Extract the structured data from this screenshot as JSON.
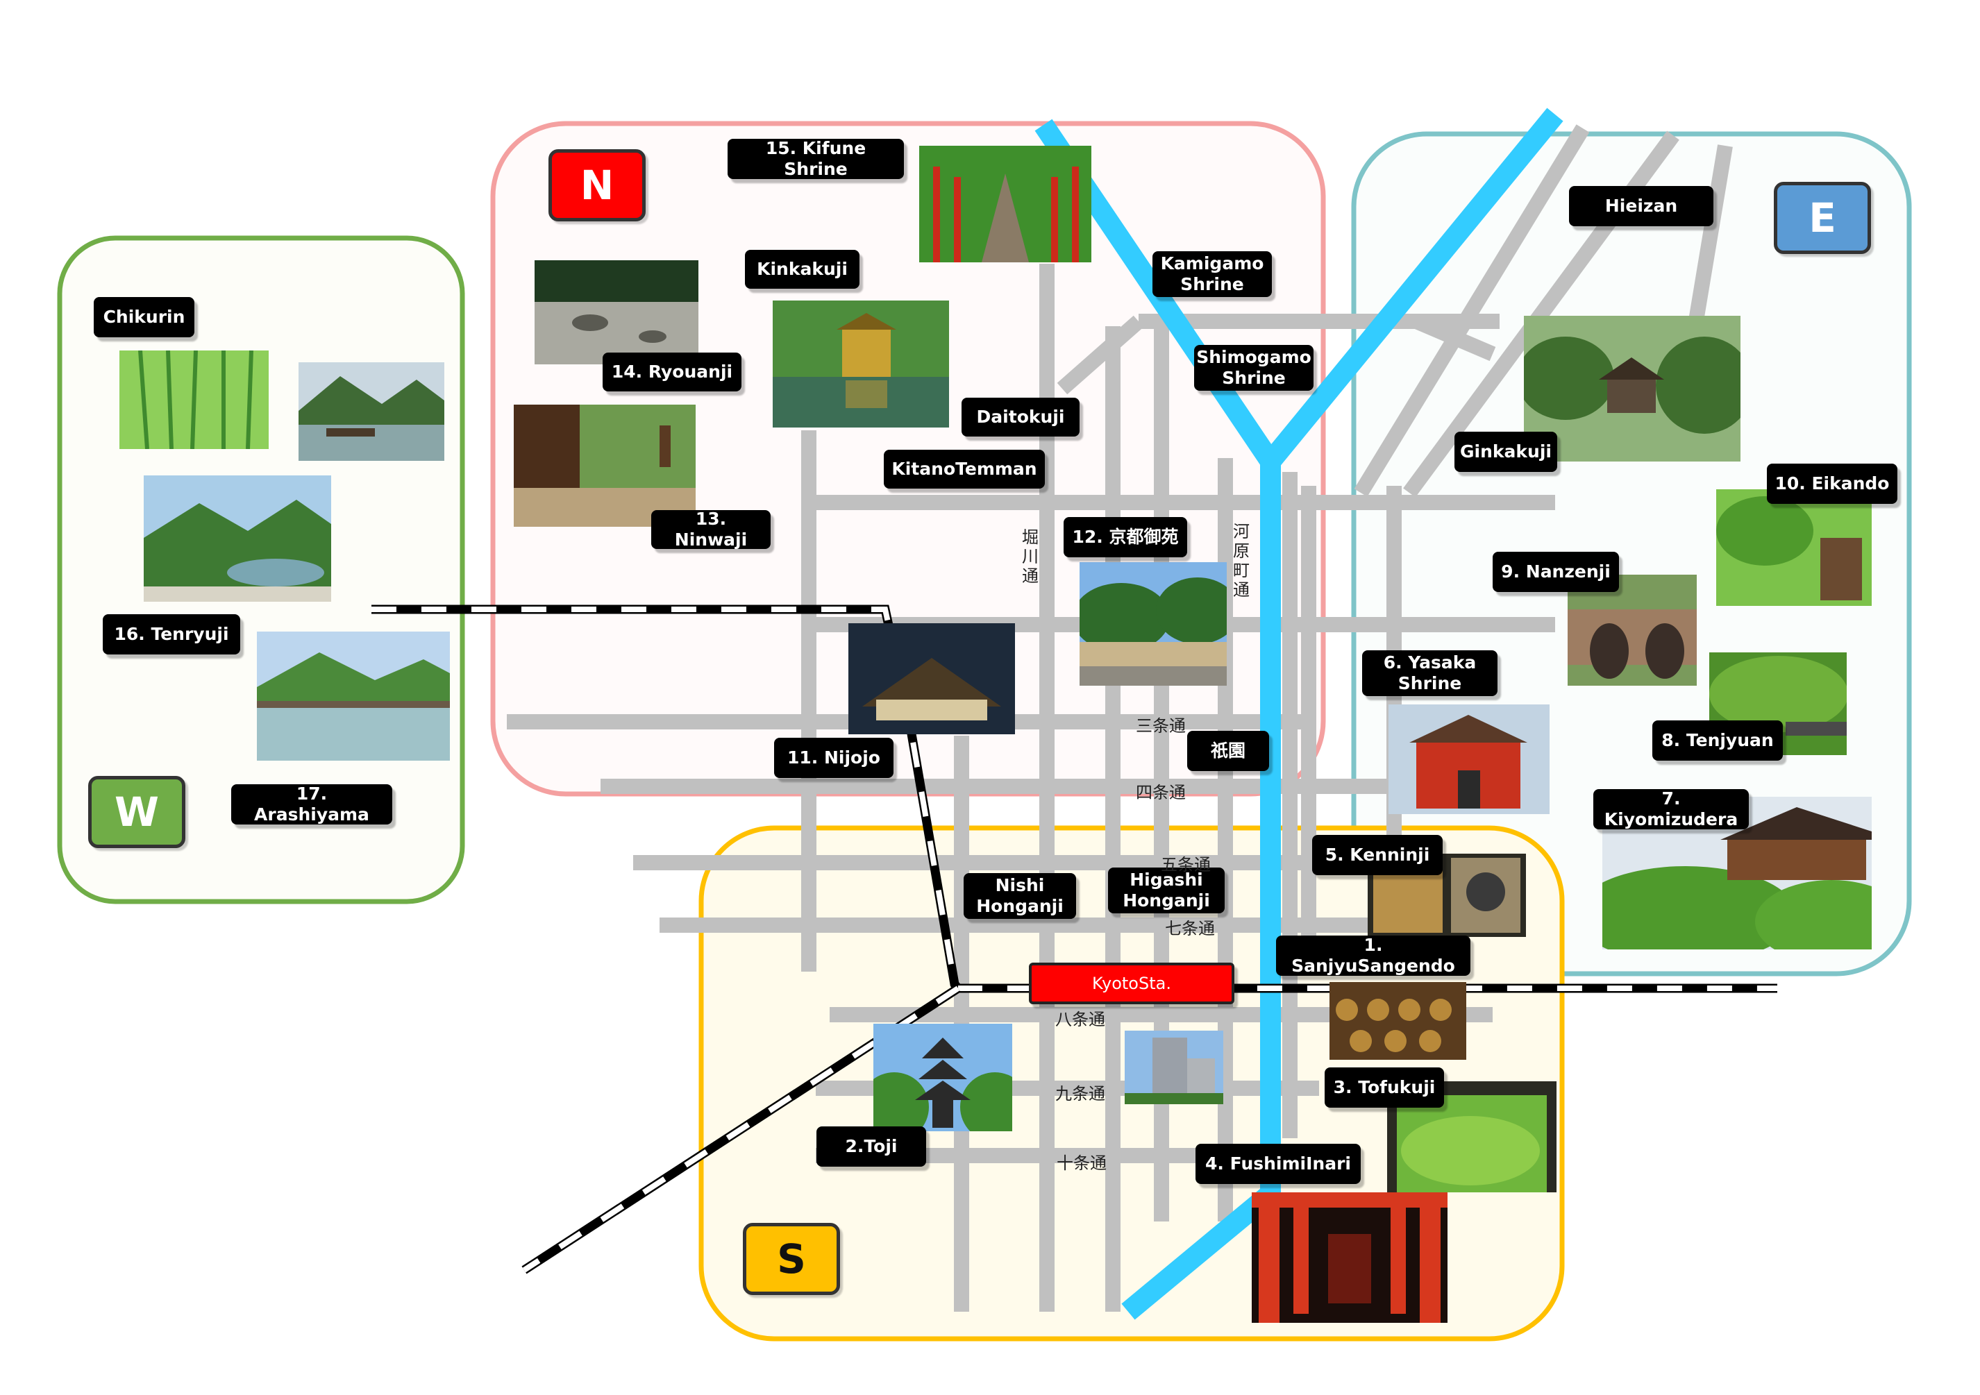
{
  "zones": [
    {
      "id": "N",
      "letter": "N",
      "color": "#ff0000",
      "border": "#f4a0a0",
      "text_color": "#ffffff"
    },
    {
      "id": "E",
      "letter": "E",
      "color": "#5b9bd5",
      "border": "#7ec4c8",
      "text_color": "#ffffff"
    },
    {
      "id": "W",
      "letter": "W",
      "color": "#70ad47",
      "border": "#70ad47",
      "text_color": "#ffffff"
    },
    {
      "id": "S",
      "letter": "S",
      "color": "#ffc000",
      "border": "#ffc000",
      "text_color": "#111111"
    }
  ],
  "spots": {
    "kifune": "15. Kifune Shrine",
    "kinkakuji": "Kinkakuji",
    "ryouanji": "14. Ryouanji",
    "ninwaji": "13. Ninwaji",
    "daitokuji": "Daitokuji",
    "kitano": "KitanoTemman",
    "kamigamo": "Kamigamo\nShrine",
    "shimogamo": "Shimogamo\nShrine",
    "gosho": "12. 京都御苑",
    "nijojo": "11. Nijojo",
    "hieizan": "Hieizan",
    "ginkakuji": "Ginkakuji",
    "eikando": "10. Eikando",
    "nanzenji": "9. Nanzenji",
    "yasaka": "6. Yasaka\nShrine",
    "tenjyuan": "8. Tenjyuan",
    "kiyomizudera": "7. Kiyomizudera",
    "kenninji": "5. Kenninji",
    "sanjyu": "1. SanjyuSangendo",
    "tofukuji": "3. Tofukuji",
    "fushimi": "4. FushimiInari",
    "toji": "2.Toji",
    "nishi": "Nishi\nHonganji",
    "higashi": "Higashi\nHonganji",
    "gion": "祇園",
    "chikurin": "Chikurin",
    "tenryuji": "16. Tenryuji",
    "arashiyama": "17. Arashiyama"
  },
  "station": "KyotoSta.",
  "streets": {
    "horikawa": "堀川通",
    "kawaramachi": "河原町通",
    "sanjo": "三条通",
    "shijo": "四条通",
    "gojo": "五条通",
    "shichijo": "七条通",
    "hachijo": "八条通",
    "kujo": "九条通",
    "jujo": "十条通"
  },
  "colors": {
    "road": "#c0c0c0",
    "river": "#33ccff",
    "rail": "#000000",
    "station": "#ff0000"
  }
}
